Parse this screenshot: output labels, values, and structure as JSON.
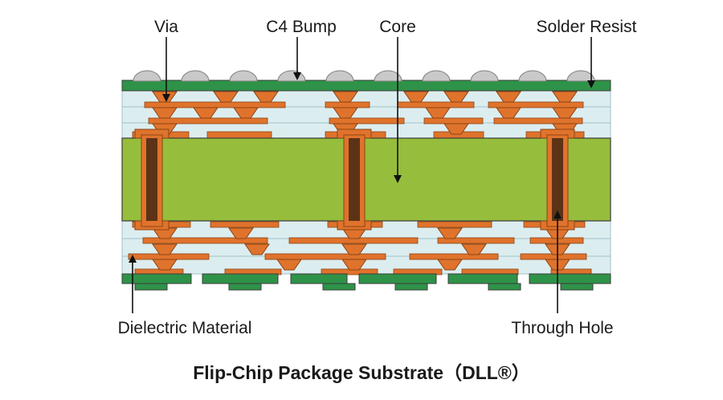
{
  "diagram": {
    "title": "Flip-Chip Package Substrate（DLL®）",
    "labels": {
      "via": "Via",
      "c4_bump": "C4 Bump",
      "core": "Core",
      "solder_resist": "Solder Resist",
      "dielectric_material": "Dielectric Material",
      "through_hole": "Through Hole"
    }
  },
  "colors": {
    "solder-resist-green": "#2e9348",
    "core-green": "#96bd3c",
    "copper": "#e0732c",
    "copper-outline": "#8a4414",
    "dielectric": "#dcedf0",
    "dielectric-outline": "#9fc3c9",
    "bump-gray": "#c9c9c9",
    "bump-outline": "#808080",
    "through-hole-brown": "#5c3317",
    "outline": "#3c3c3c",
    "arrow": "#111111",
    "text": "#1a1a1a",
    "background": "#ffffff"
  }
}
